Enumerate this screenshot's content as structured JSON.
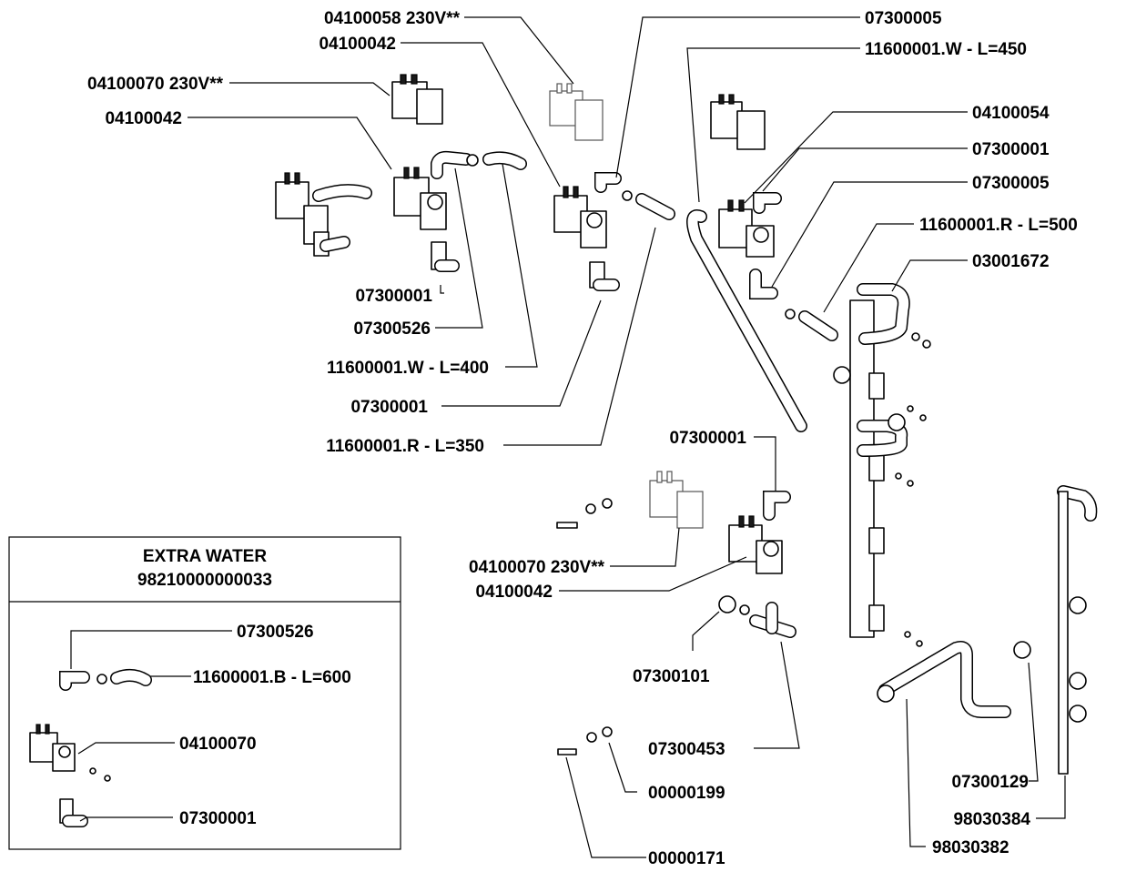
{
  "callouts": {
    "c_04100058": "04100058 230V**",
    "c_04100042_top": "04100042",
    "c_04100070_left": "04100070 230V**",
    "c_04100042_left": "04100042",
    "c_07300001_a": "07300001",
    "c_07300526": "07300526",
    "c_11600001_W_400": "11600001.W - L=400",
    "c_07300001_b": "07300001",
    "c_11600001_R_350": "11600001.R - L=350",
    "c_07300005_top": "07300005",
    "c_11600001_W_450": "11600001.W - L=450",
    "c_04100054": "04100054",
    "c_07300001_right": "07300001",
    "c_07300005_right": "07300005",
    "c_11600001_R_500": "11600001.R - L=500",
    "c_03001672": "03001672",
    "c_07300001_mid": "07300001",
    "c_04100070_mid": "04100070 230V**",
    "c_04100042_mid": "04100042",
    "c_07300101": "07300101",
    "c_07300453": "07300453",
    "c_00000199": "00000199",
    "c_00000171": "00000171",
    "c_07300129": "07300129",
    "c_98030384": "98030384",
    "c_98030382": "98030382"
  },
  "extra_box": {
    "title": "EXTRA WATER",
    "code": "98210000000033",
    "c_07300526": "07300526",
    "c_11600001_B_600": "11600001.B - L=600",
    "c_04100070": "04100070",
    "c_07300001": "07300001"
  }
}
